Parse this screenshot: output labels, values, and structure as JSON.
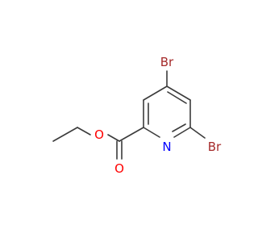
{
  "molecule": {
    "colors": {
      "bond": "#3b3b3b",
      "carbon": "#3b3b3b",
      "bromine": "#a52a2a",
      "oxygen": "#ff0000",
      "nitrogen": "#0000ff"
    },
    "labels": {
      "br_top": "Br",
      "br_right": "Br",
      "n_ring": "N",
      "o_ester": "O",
      "o_carbonyl": "O"
    }
  }
}
